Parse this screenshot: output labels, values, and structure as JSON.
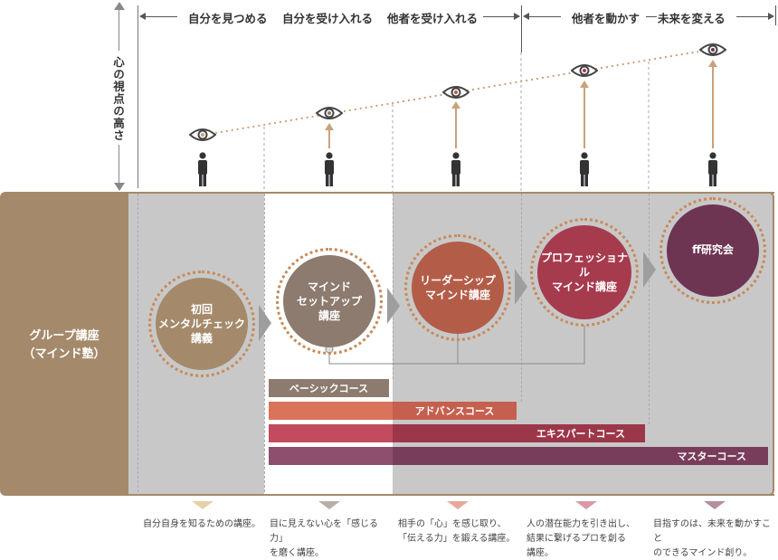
{
  "header": {
    "phases": [
      "自分を見つめる",
      "自分を受け入れる",
      "他者を受け入れる",
      "他者を動かす",
      "未来を変える"
    ],
    "y_axis_label": "心の視点の高さ"
  },
  "group_label": "グループ講座\n（マインド塾）",
  "courses_circles": [
    {
      "label": "初回\nメンタルチェック\n講義",
      "color": "#a48a6b"
    },
    {
      "label": "マインド\nセットアップ\n講座",
      "color": "#8c7b6e"
    },
    {
      "label": "リーダーシップ\nマインド講座",
      "color": "#b35d48"
    },
    {
      "label": "プロフェッショナル\nマインド講座",
      "color": "#a63b4e"
    },
    {
      "label": "ff研究会",
      "color": "#6e3552"
    }
  ],
  "course_bars": [
    {
      "label": "ベーシックコース",
      "color": "#8c7b6e"
    },
    {
      "label": "アドバンスコース",
      "color": "#d9735a"
    },
    {
      "label": "エキスパートコース",
      "color": "#c24b5d"
    },
    {
      "label": "マスターコース",
      "color": "#8e4f6e"
    }
  ],
  "descriptions": [
    "自分自身を知るための講座。",
    "目に見えない心を「感じる力」\nを磨く講座。",
    "相手の「心」を感じ取り、\n「伝える力」を鍛える講座。",
    "人の潜在能力を引き出し、\n結果に繋げるプロを創る\n講座。",
    "目指すのは、未来を動かすこと\nのできるマインド創り。"
  ],
  "icons": [
    "eye-icon",
    "person-icon",
    "arrow-up-icon",
    "chevron-right-icon"
  ]
}
